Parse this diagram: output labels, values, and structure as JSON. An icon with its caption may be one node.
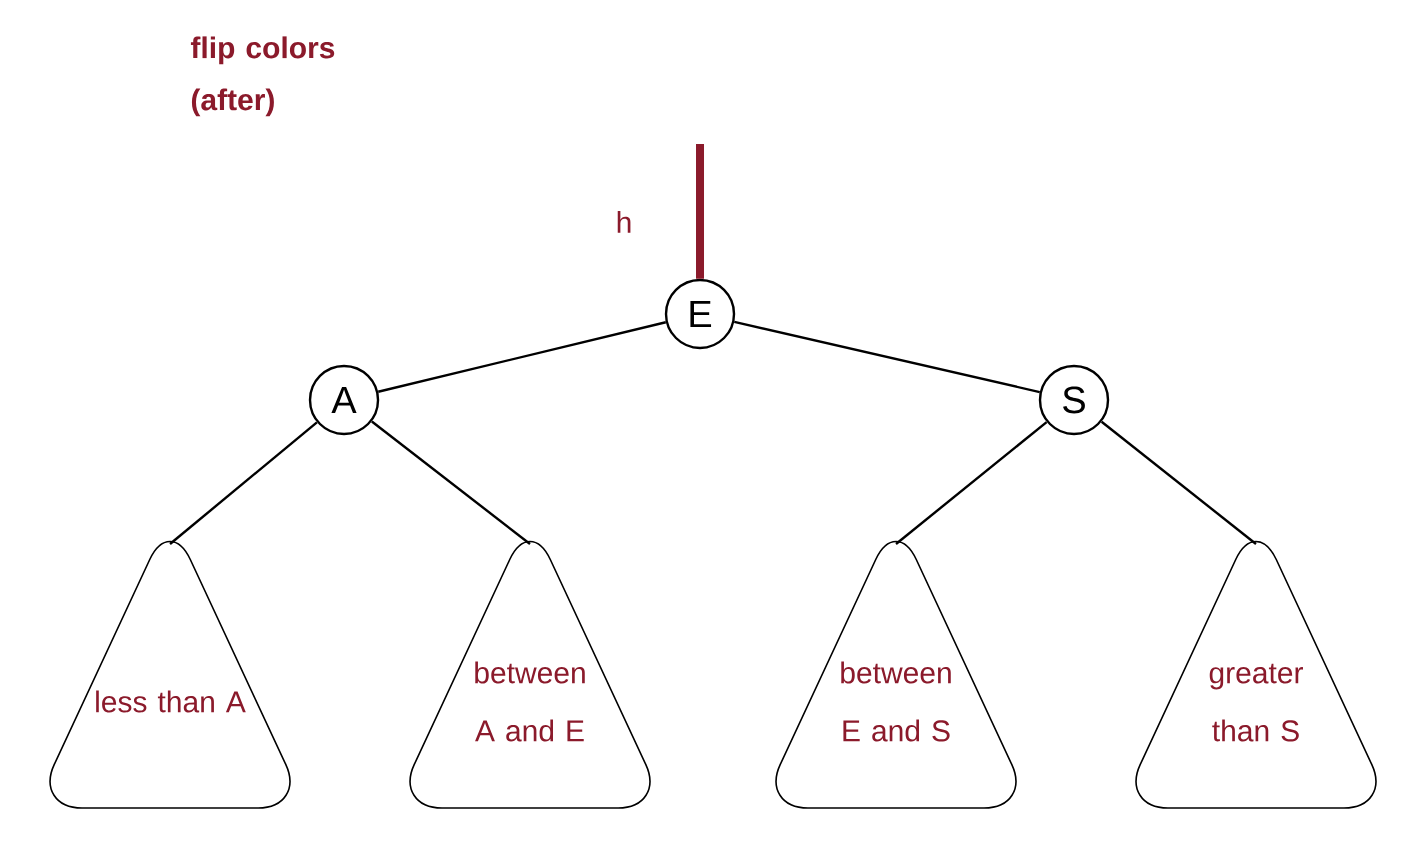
{
  "diagram": {
    "title": "flip colors (after)",
    "nodes": [
      {
        "text": [
          "E"
        ],
        "beside": [
          "h"
        ]
      },
      {
        "text": [
          "A"
        ]
      },
      {
        "text": [
          "S"
        ]
      },
      {
        "text": [
          "less than A"
        ]
      },
      {
        "text": [
          "between A and E"
        ]
      },
      {
        "text": [
          "between E and S"
        ]
      },
      {
        "text": [
          "greater than S"
        ]
      }
    ],
    "edges": [
      {
        "from": null,
        "to": 0,
        "arrow": "none",
        "style": "thick",
        "color": "#8b1a2b"
      },
      {
        "from": 0,
        "to": 1,
        "arrow": "none"
      },
      {
        "from": 0,
        "to": 2,
        "arrow": "none"
      },
      {
        "from": 1,
        "to": 3,
        "arrow": "none"
      },
      {
        "from": 1,
        "to": 4,
        "arrow": "none"
      },
      {
        "from": 2,
        "to": 5,
        "arrow": "none"
      },
      {
        "from": 2,
        "to": 6,
        "arrow": "none"
      }
    ]
  }
}
